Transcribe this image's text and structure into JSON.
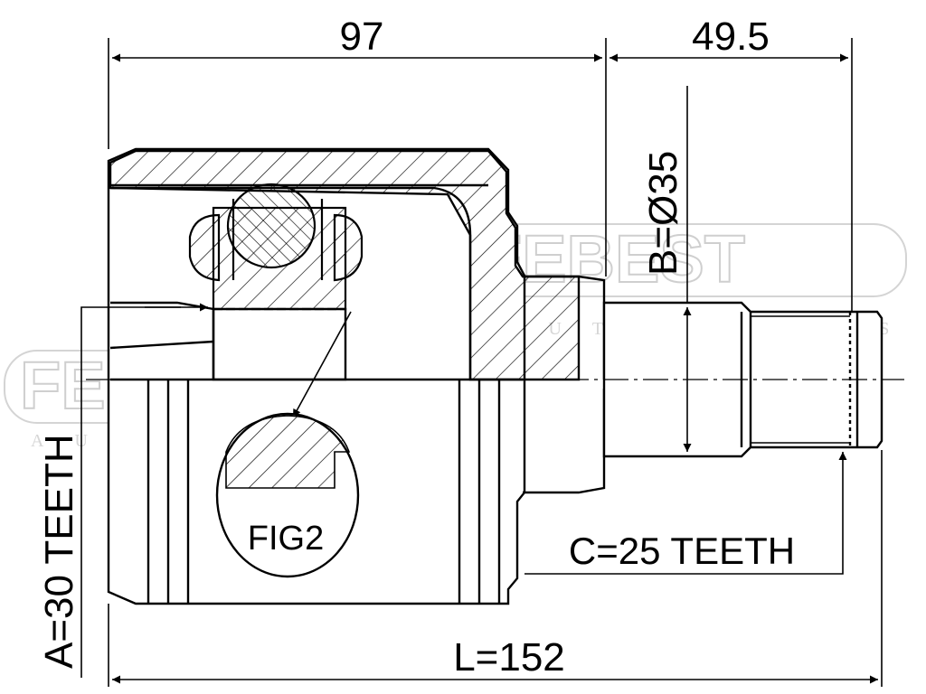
{
  "watermark": {
    "brand": "FEBEST",
    "subtitle": "AUTO PARTS"
  },
  "dimensions": {
    "top_left": "97",
    "top_right": "49.5",
    "shaft_diameter": "B=Ø35",
    "total_length": "L=152",
    "inner_teeth": "A=30 TEETH",
    "outer_teeth": "C=25 TEETH"
  },
  "figure_label": "FIG2"
}
